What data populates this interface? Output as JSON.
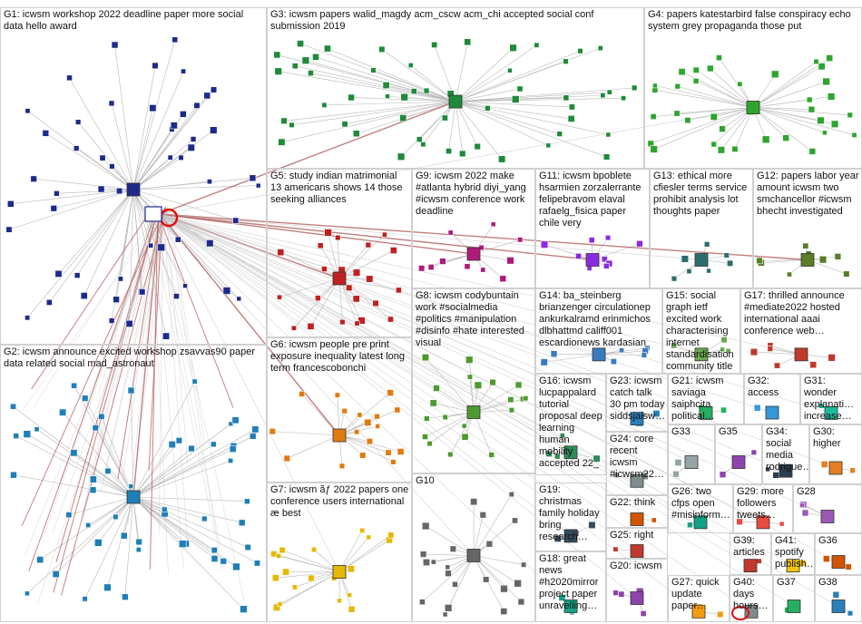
{
  "groups": [
    {
      "id": "G1",
      "label": "G1: icwsm workshop 2022 deadline paper more social data hello award",
      "color": "#1d2a8c"
    },
    {
      "id": "G2",
      "label": "G2: icwsm announce excited workshop zsavvas90 paper data related social mad_astronaut",
      "color": "#1f7fb8"
    },
    {
      "id": "G3",
      "label": "G3: icwsm papers walid_magdy acm_cscw acm_chi accepted social conf submission 2019",
      "color": "#1e8a3a"
    },
    {
      "id": "G4",
      "label": "G4: papers katestarbird false conspiracy echo system grey propaganda those put",
      "color": "#2ea52e"
    },
    {
      "id": "G5",
      "label": "G5: study indian matrimonial 13 americans shows 14 those seeking alliances",
      "color": "#c02020"
    },
    {
      "id": "G6",
      "label": "G6: icwsm people pre print exposure inequality latest long term francescobonchi",
      "color": "#e07b10"
    },
    {
      "id": "G7",
      "label": "G7: icwsm ãƒ 2022 papers one conference users international æ best",
      "color": "#e6b800"
    },
    {
      "id": "G8",
      "label": "G8: icwsm codybuntain work #socialmedia #politics #manipulation #disinfo #hate interested visual",
      "color": "#4e9a2e"
    },
    {
      "id": "G9",
      "label": "G9: icwsm 2022 make #atlanta hybrid diyi_yang #icwsm conference work deadline",
      "color": "#b01a7a"
    },
    {
      "id": "G10",
      "label": "G10",
      "color": "#666666"
    },
    {
      "id": "G11",
      "label": "G11: icwsm bpoblete hsarmien zorzalerrante felipebravom elaval rafaelg_fisica paper chile very",
      "color": "#8a2be2"
    },
    {
      "id": "G12",
      "label": "G12: papers labor year amount icwsm two smchancellor #icwsm bhecht investigated",
      "color": "#5a7d2a"
    },
    {
      "id": "G13",
      "label": "G13: ethical more cfiesler terms service prohibit analysis lot thoughts paper",
      "color": "#2a6d6d"
    },
    {
      "id": "G14",
      "label": "G14: ba_steinberg brianzenger circulationep ankurkalramd erinmichos dlbhattmd califf001 escardionews kardasian",
      "color": "#3a7abd"
    },
    {
      "id": "G15",
      "label": "G15: social graph ietf excited work characterising internet standardisation community title",
      "color": "#6aa84f"
    },
    {
      "id": "G16",
      "label": "G16: icwsm lucpappalard tutorial proposal deep learning human mobility accepted 22_",
      "color": "#2e8b57"
    },
    {
      "id": "G17",
      "label": "G17: thrilled announce #mediate2022 hosted international aaai conference web…",
      "color": "#c0392b"
    },
    {
      "id": "G18",
      "label": "G18: great news #h2020mirror project paper unravelling…",
      "color": "#16a085"
    },
    {
      "id": "G19",
      "label": "G19: christmas family holiday bring research…",
      "color": "#34495e"
    },
    {
      "id": "G20",
      "label": "G20: icwsm",
      "color": "#8e44ad"
    },
    {
      "id": "G21",
      "label": "G21: icwsm saviaga saiphcita political…",
      "color": "#27ae60"
    },
    {
      "id": "G22",
      "label": "G22: think",
      "color": "#d35400"
    },
    {
      "id": "G23",
      "label": "G23: icwsm catch talk 30 pm today siddsjaisw…",
      "color": "#2980b9"
    },
    {
      "id": "G24",
      "label": "G24: core recent icwsm #icwsm22…",
      "color": "#7f8c8d"
    },
    {
      "id": "G25",
      "label": "G25: right",
      "color": "#c0392b"
    },
    {
      "id": "G26",
      "label": "G26: two cfps open #misinform…",
      "color": "#16a085"
    },
    {
      "id": "G27",
      "label": "G27: quick update paper…",
      "color": "#f39c12"
    },
    {
      "id": "G28",
      "label": "G28",
      "color": "#9b59b6"
    },
    {
      "id": "G29",
      "label": "G29: more followers tweets…",
      "color": "#e74c3c"
    },
    {
      "id": "G30",
      "label": "G30: higher",
      "color": "#e67e22"
    },
    {
      "id": "G31",
      "label": "G31: wonder explanati… increase…",
      "color": "#1abc9c"
    },
    {
      "id": "G32",
      "label": "G32: access",
      "color": "#3498db"
    },
    {
      "id": "G33",
      "label": "G33",
      "color": "#95a5a6"
    },
    {
      "id": "G34",
      "label": "G34: social media rodrigue…",
      "color": "#2c3e50"
    },
    {
      "id": "G35",
      "label": "G35",
      "color": "#8e44ad"
    },
    {
      "id": "G36",
      "label": "G36",
      "color": "#d35400"
    },
    {
      "id": "G37",
      "label": "G37",
      "color": "#27ae60"
    },
    {
      "id": "G38",
      "label": "G38",
      "color": "#2980b9"
    },
    {
      "id": "G39",
      "label": "G39: articles",
      "color": "#c0392b"
    },
    {
      "id": "G40",
      "label": "G40: days hours…",
      "color": "#7f8c8d"
    },
    {
      "id": "G41",
      "label": "G41: spotify publish…",
      "color": "#f1c40f"
    }
  ]
}
